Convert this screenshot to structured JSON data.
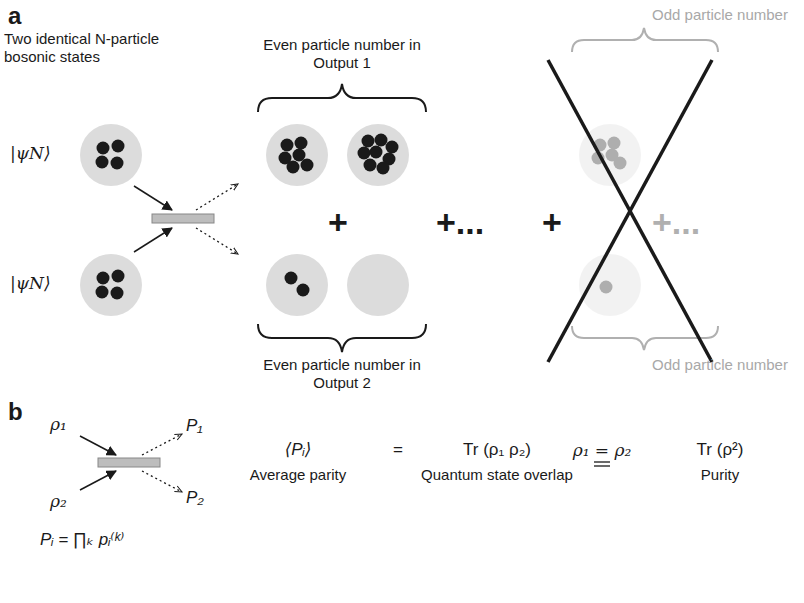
{
  "diagram": {
    "labels": [
      "a",
      "Two identical N-particle bosonic states",
      "|ψN⟩",
      "|ψN⟩",
      "Even particle number in Output 1",
      "+",
      "+...",
      "+",
      "+...",
      "Even particle number in Output 2",
      "Odd particle number",
      "Odd particle number",
      "b",
      "ρ₁",
      "ρ₂",
      "P₁",
      "P₂",
      "⟨Pᵢ⟩",
      "Average parity",
      "=",
      "Tr (ρ₁ ρ₂)",
      "Quantum state overlap",
      "ρ₁ = ρ₂",
      "Tr (ρ²)",
      "Purity",
      "Pᵢ = ∏ₖ pᵢ⁽ᵏ⁾"
    ]
  }
}
